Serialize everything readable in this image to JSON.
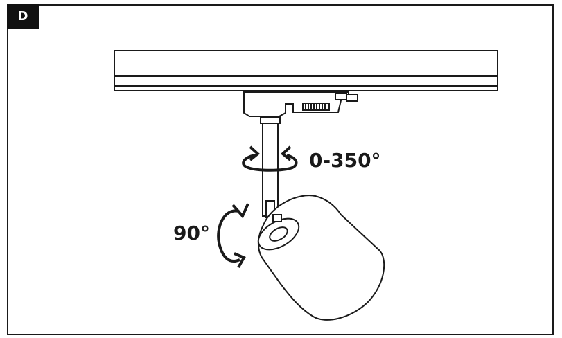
{
  "panel": {
    "badge": "D"
  },
  "labels": {
    "rotation_horizontal": "0-350°",
    "tilt": "90°"
  }
}
